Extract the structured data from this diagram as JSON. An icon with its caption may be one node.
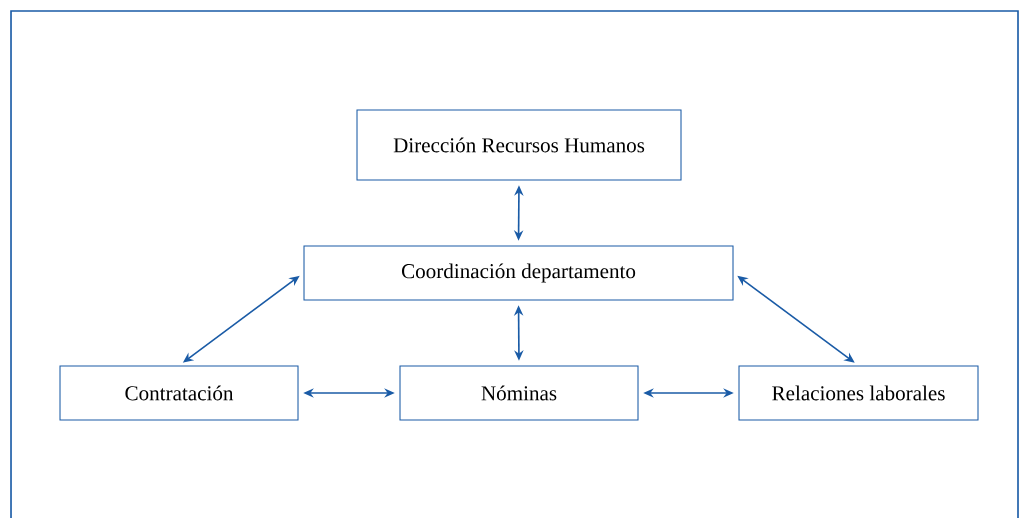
{
  "diagram": {
    "nodes": [
      {
        "text": [
          "Dirección Recursos Humanos"
        ]
      },
      {
        "text": [
          "Coordinación departamento"
        ]
      },
      {
        "text": [
          "Contratación"
        ]
      },
      {
        "text": [
          "Nóminas"
        ]
      },
      {
        "text": [
          "Relaciones laborales"
        ]
      }
    ],
    "edges": [
      {
        "from": 0,
        "to": 1,
        "arrow": "both"
      },
      {
        "from": 1,
        "to": 2,
        "arrow": "both"
      },
      {
        "from": 1,
        "to": 3,
        "arrow": "both"
      },
      {
        "from": 1,
        "to": 4,
        "arrow": "both"
      },
      {
        "from": 2,
        "to": 3,
        "arrow": "both"
      },
      {
        "from": 3,
        "to": 4,
        "arrow": "both"
      }
    ]
  }
}
